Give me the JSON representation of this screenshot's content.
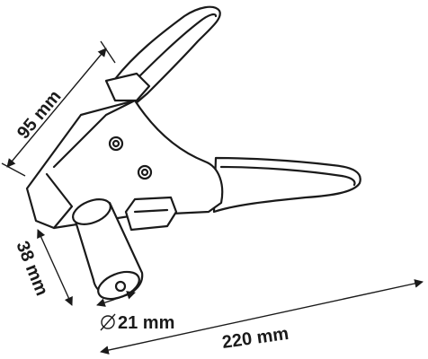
{
  "dimensions": {
    "height_total": "95 mm",
    "head_length": "38 mm",
    "head_diameter": "21 mm",
    "overall_length": "220 mm"
  },
  "colors": {
    "ink": "#1a1a1a",
    "background": "#ffffff"
  },
  "icons": {
    "diameter_symbol": "diameter-icon"
  }
}
